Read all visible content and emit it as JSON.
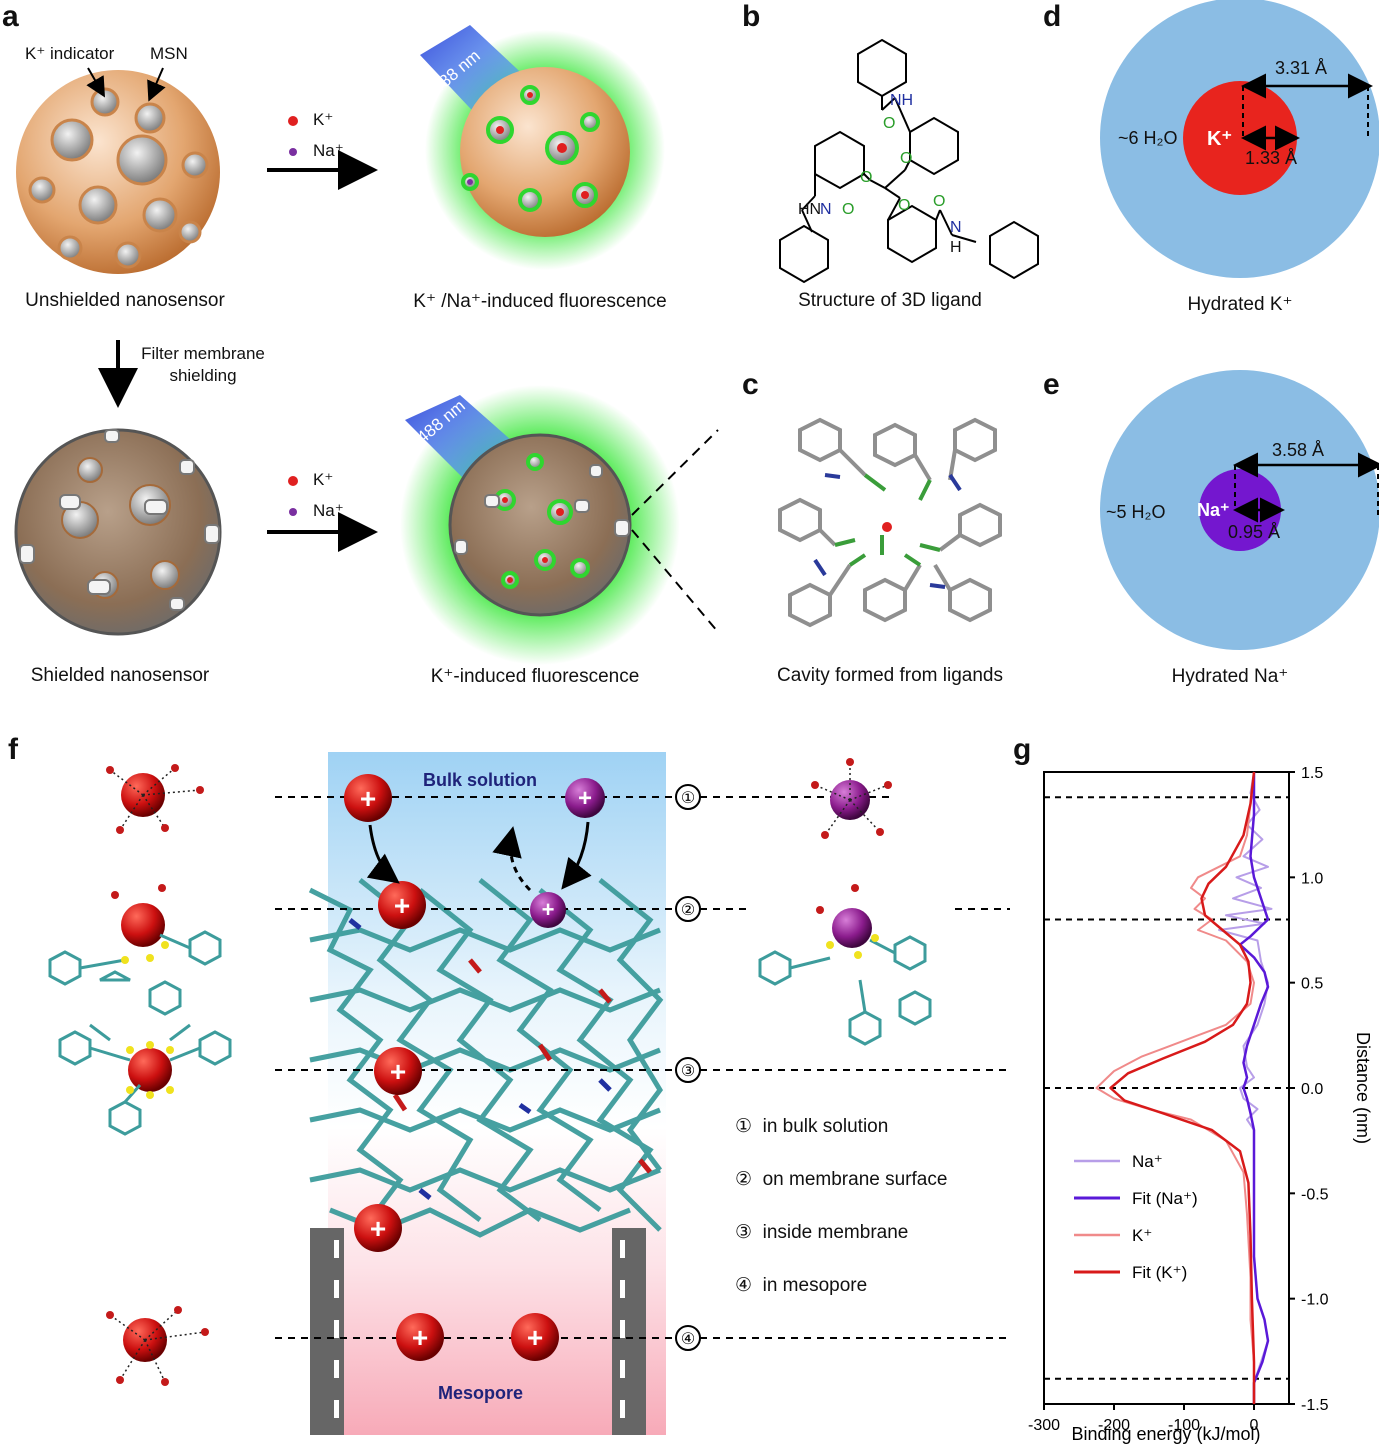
{
  "panel_labels": {
    "a": "a",
    "b": "b",
    "c": "c",
    "d": "d",
    "e": "e",
    "f": "f",
    "g": "g"
  },
  "panel_a": {
    "k_indicator": "K⁺ indicator",
    "msn": "MSN",
    "legend_k": "K⁺",
    "legend_na": "Na⁺",
    "laser": "488 nm",
    "caption_unshielded": "Unshielded nanosensor",
    "caption_kna_fluor": "K⁺ /Na⁺-induced fluorescence",
    "filter_label": "Filter membrane shielding",
    "caption_shielded": "Shielded nanosensor",
    "caption_k_fluor": "K⁺-induced fluorescence",
    "colors": {
      "k": "#e02020",
      "na": "#7a2fa0",
      "glow": "#2fe02f",
      "msn": "#d9955a",
      "shell": "#8a8a8a"
    }
  },
  "panel_b": {
    "caption": "Structure of 3D ligand",
    "atoms": {
      "nh": "NH",
      "hn": "HN",
      "n": "N",
      "h": "H",
      "o": "O"
    }
  },
  "panel_c": {
    "caption": "Cavity formed from ligands"
  },
  "panel_d": {
    "ion": "K⁺",
    "water": "~6 H₂O",
    "outer_radius": "3.31 Å",
    "inner_radius": "1.33 Å",
    "caption": "Hydrated K⁺",
    "colors": {
      "shell": "#8bbde4",
      "ion": "#e8241e"
    }
  },
  "panel_e": {
    "ion": "Na⁺",
    "water": "~5 H₂O",
    "outer_radius": "3.58 Å",
    "inner_radius": "0.95 Å",
    "caption": "Hydrated Na⁺",
    "colors": {
      "shell": "#8bbde4",
      "ion": "#7417cf"
    }
  },
  "panel_f": {
    "bulk": "Bulk solution",
    "mesopore": "Mesopore",
    "markers": [
      "①",
      "②",
      "③",
      "④"
    ],
    "legend": [
      {
        "num": "①",
        "text": "in bulk solution"
      },
      {
        "num": "②",
        "text": "on membrane surface"
      },
      {
        "num": "③",
        "text": "inside membrane"
      },
      {
        "num": "④",
        "text": "in mesopore"
      }
    ],
    "plus": "+"
  },
  "chart_data": {
    "type": "line",
    "orientation": "horizontal-energy-vs-vertical-distance",
    "xlabel": "Binding energy (kJ/mol)",
    "ylabel": "Distance (nm)",
    "xlim": [
      -300,
      50
    ],
    "ylim": [
      -1.5,
      1.5
    ],
    "xticks": [
      -300,
      -200,
      -100,
      0
    ],
    "yticks": [
      1.5,
      1.0,
      0.5,
      0.0,
      -0.5,
      -1.0,
      -1.5
    ],
    "ytick_labels": [
      "1.5",
      "1.0",
      "0.5",
      "0.0",
      "-0.5",
      "-1.0",
      "-1.5"
    ],
    "reference_lines_y": [
      1.38,
      0.8,
      0.0,
      -1.38
    ],
    "legend_position": "lower-left",
    "series": [
      {
        "name": "Na⁺",
        "color": "#b79ee8",
        "width": 2,
        "points": [
          [
            0,
            1.5
          ],
          [
            -5,
            1.4
          ],
          [
            8,
            1.32
          ],
          [
            -10,
            1.25
          ],
          [
            12,
            1.18
          ],
          [
            -15,
            1.1
          ],
          [
            20,
            1.05
          ],
          [
            -25,
            1.0
          ],
          [
            10,
            0.95
          ],
          [
            -30,
            0.9
          ],
          [
            25,
            0.85
          ],
          [
            -40,
            0.82
          ],
          [
            15,
            0.78
          ],
          [
            -50,
            0.75
          ],
          [
            5,
            0.7
          ],
          [
            10,
            0.6
          ],
          [
            20,
            0.5
          ],
          [
            15,
            0.4
          ],
          [
            5,
            0.3
          ],
          [
            -15,
            0.2
          ],
          [
            -10,
            0.1
          ],
          [
            0,
            0.05
          ],
          [
            -20,
            0.0
          ],
          [
            -15,
            -0.05
          ],
          [
            5,
            -0.1
          ],
          [
            -10,
            -0.15
          ],
          [
            0,
            -0.2
          ],
          [
            0,
            -0.3
          ],
          [
            0,
            -0.5
          ],
          [
            0,
            -0.8
          ],
          [
            5,
            -1.0
          ],
          [
            15,
            -1.1
          ],
          [
            20,
            -1.2
          ],
          [
            10,
            -1.3
          ],
          [
            0,
            -1.4
          ],
          [
            0,
            -1.5
          ]
        ]
      },
      {
        "name": "Fit (Na⁺)",
        "color": "#5a19d8",
        "width": 2.5,
        "points": [
          [
            0,
            1.5
          ],
          [
            0,
            1.3
          ],
          [
            -5,
            1.1
          ],
          [
            0,
            1.0
          ],
          [
            10,
            0.9
          ],
          [
            20,
            0.8
          ],
          [
            -5,
            0.72
          ],
          [
            -20,
            0.68
          ],
          [
            0,
            0.62
          ],
          [
            15,
            0.55
          ],
          [
            20,
            0.48
          ],
          [
            10,
            0.4
          ],
          [
            0,
            0.3
          ],
          [
            -10,
            0.2
          ],
          [
            -15,
            0.12
          ],
          [
            -10,
            0.05
          ],
          [
            -15,
            0.0
          ],
          [
            -10,
            -0.05
          ],
          [
            -5,
            -0.12
          ],
          [
            0,
            -0.2
          ],
          [
            0,
            -0.4
          ],
          [
            0,
            -0.8
          ],
          [
            5,
            -1.0
          ],
          [
            15,
            -1.1
          ],
          [
            20,
            -1.2
          ],
          [
            12,
            -1.3
          ],
          [
            0,
            -1.4
          ],
          [
            0,
            -1.5
          ]
        ]
      },
      {
        "name": "K⁺",
        "color": "#f08a8a",
        "width": 2,
        "points": [
          [
            0,
            1.5
          ],
          [
            -5,
            1.35
          ],
          [
            -10,
            1.2
          ],
          [
            -20,
            1.1
          ],
          [
            -50,
            1.05
          ],
          [
            -80,
            1.0
          ],
          [
            -90,
            0.95
          ],
          [
            -70,
            0.9
          ],
          [
            -85,
            0.85
          ],
          [
            -60,
            0.8
          ],
          [
            -80,
            0.75
          ],
          [
            -40,
            0.7
          ],
          [
            -10,
            0.6
          ],
          [
            0,
            0.5
          ],
          [
            -5,
            0.4
          ],
          [
            -40,
            0.3
          ],
          [
            -80,
            0.25
          ],
          [
            -120,
            0.2
          ],
          [
            -160,
            0.15
          ],
          [
            -200,
            0.08
          ],
          [
            -225,
            0.0
          ],
          [
            -200,
            -0.05
          ],
          [
            -150,
            -0.1
          ],
          [
            -90,
            -0.15
          ],
          [
            -40,
            -0.25
          ],
          [
            -15,
            -0.4
          ],
          [
            -10,
            -0.6
          ],
          [
            -5,
            -0.9
          ],
          [
            -5,
            -1.1
          ],
          [
            0,
            -1.3
          ],
          [
            0,
            -1.5
          ]
        ]
      },
      {
        "name": "Fit (K⁺)",
        "color": "#d81a1a",
        "width": 2.5,
        "points": [
          [
            0,
            1.5
          ],
          [
            -5,
            1.35
          ],
          [
            -15,
            1.2
          ],
          [
            -40,
            1.05
          ],
          [
            -65,
            0.97
          ],
          [
            -75,
            0.9
          ],
          [
            -70,
            0.82
          ],
          [
            -45,
            0.75
          ],
          [
            -20,
            0.68
          ],
          [
            -8,
            0.6
          ],
          [
            -5,
            0.5
          ],
          [
            -10,
            0.4
          ],
          [
            -30,
            0.3
          ],
          [
            -70,
            0.22
          ],
          [
            -130,
            0.14
          ],
          [
            -180,
            0.07
          ],
          [
            -205,
            0.0
          ],
          [
            -185,
            -0.06
          ],
          [
            -130,
            -0.12
          ],
          [
            -60,
            -0.2
          ],
          [
            -20,
            -0.3
          ],
          [
            -8,
            -0.45
          ],
          [
            -5,
            -0.7
          ],
          [
            -3,
            -1.0
          ],
          [
            0,
            -1.3
          ],
          [
            0,
            -1.5
          ]
        ]
      }
    ]
  }
}
